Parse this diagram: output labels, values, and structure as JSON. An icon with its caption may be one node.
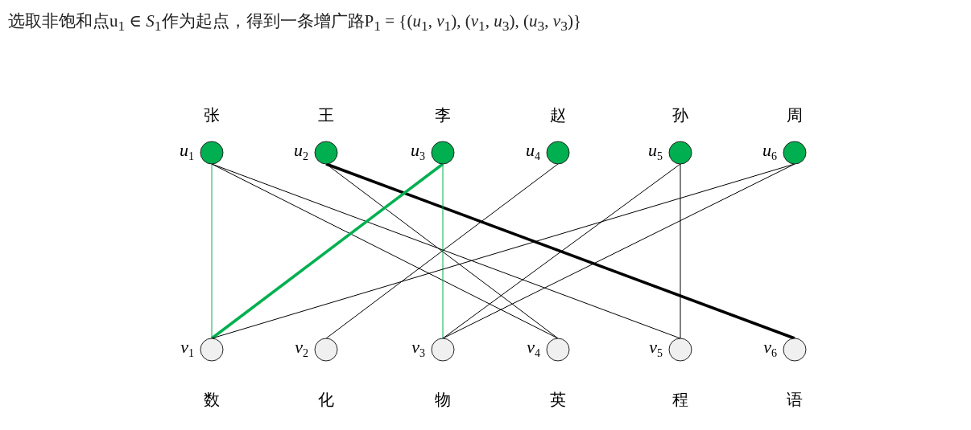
{
  "diagram": {
    "title": "选取非饱和点u$_{1}$ ∈ *S*$_{1}$作为起点，得到一条增广路P$_{1}$ = {(*u*$_{1}$, *v*$_{1}$), (*v*$_{1}$, *u*$_{3}$), (*u*$_{3}$, *v*$_{3}$)}",
    "nodes": [
      {
        "text": [],
        "shape": "circle",
        "beside": [
          "*u*$_{1}$",
          "张"
        ]
      },
      {
        "text": [],
        "shape": "circle",
        "beside": [
          "*u*$_{2}$",
          "王"
        ]
      },
      {
        "text": [],
        "shape": "circle",
        "beside": [
          "*u*$_{3}$",
          "李"
        ]
      },
      {
        "text": [],
        "shape": "circle",
        "beside": [
          "*u*$_{4}$",
          "赵"
        ]
      },
      {
        "text": [],
        "shape": "circle",
        "beside": [
          "*u*$_{5}$",
          "孙"
        ]
      },
      {
        "text": [],
        "shape": "circle",
        "beside": [
          "*u*$_{6}$",
          "周"
        ]
      },
      {
        "text": [],
        "shape": "circle",
        "beside": [
          "*v*$_{1}$",
          "数"
        ]
      },
      {
        "text": [],
        "shape": "circle",
        "beside": [
          "*v*$_{2}$",
          "化"
        ]
      },
      {
        "text": [],
        "shape": "circle",
        "beside": [
          "*v*$_{3}$",
          "物"
        ]
      },
      {
        "text": [],
        "shape": "circle",
        "beside": [
          "*v*$_{4}$",
          "英"
        ]
      },
      {
        "text": [],
        "shape": "circle",
        "beside": [
          "*v*$_{5}$",
          "程"
        ]
      },
      {
        "text": [],
        "shape": "circle",
        "beside": [
          "*v*$_{6}$",
          "语"
        ]
      }
    ],
    "edges": [
      {
        "from": 0,
        "to": 6,
        "arrow": "none",
        "color": "#00b050"
      },
      {
        "from": 0,
        "to": 9,
        "arrow": "none"
      },
      {
        "from": 0,
        "to": 10,
        "arrow": "none"
      },
      {
        "from": 1,
        "to": 11,
        "arrow": "none",
        "style": "thick"
      },
      {
        "from": 1,
        "to": 9,
        "arrow": "none"
      },
      {
        "from": 2,
        "to": 6,
        "arrow": "none",
        "style": "thick",
        "color": "#00b050"
      },
      {
        "from": 2,
        "to": 8,
        "arrow": "none",
        "color": "#00b050"
      },
      {
        "from": 3,
        "to": 7,
        "arrow": "none"
      },
      {
        "from": 4,
        "to": 8,
        "arrow": "none"
      },
      {
        "from": 4,
        "to": 10,
        "arrow": "none"
      },
      {
        "from": 5,
        "to": 6,
        "arrow": "none"
      },
      {
        "from": 5,
        "to": 8,
        "arrow": "none"
      }
    ]
  }
}
